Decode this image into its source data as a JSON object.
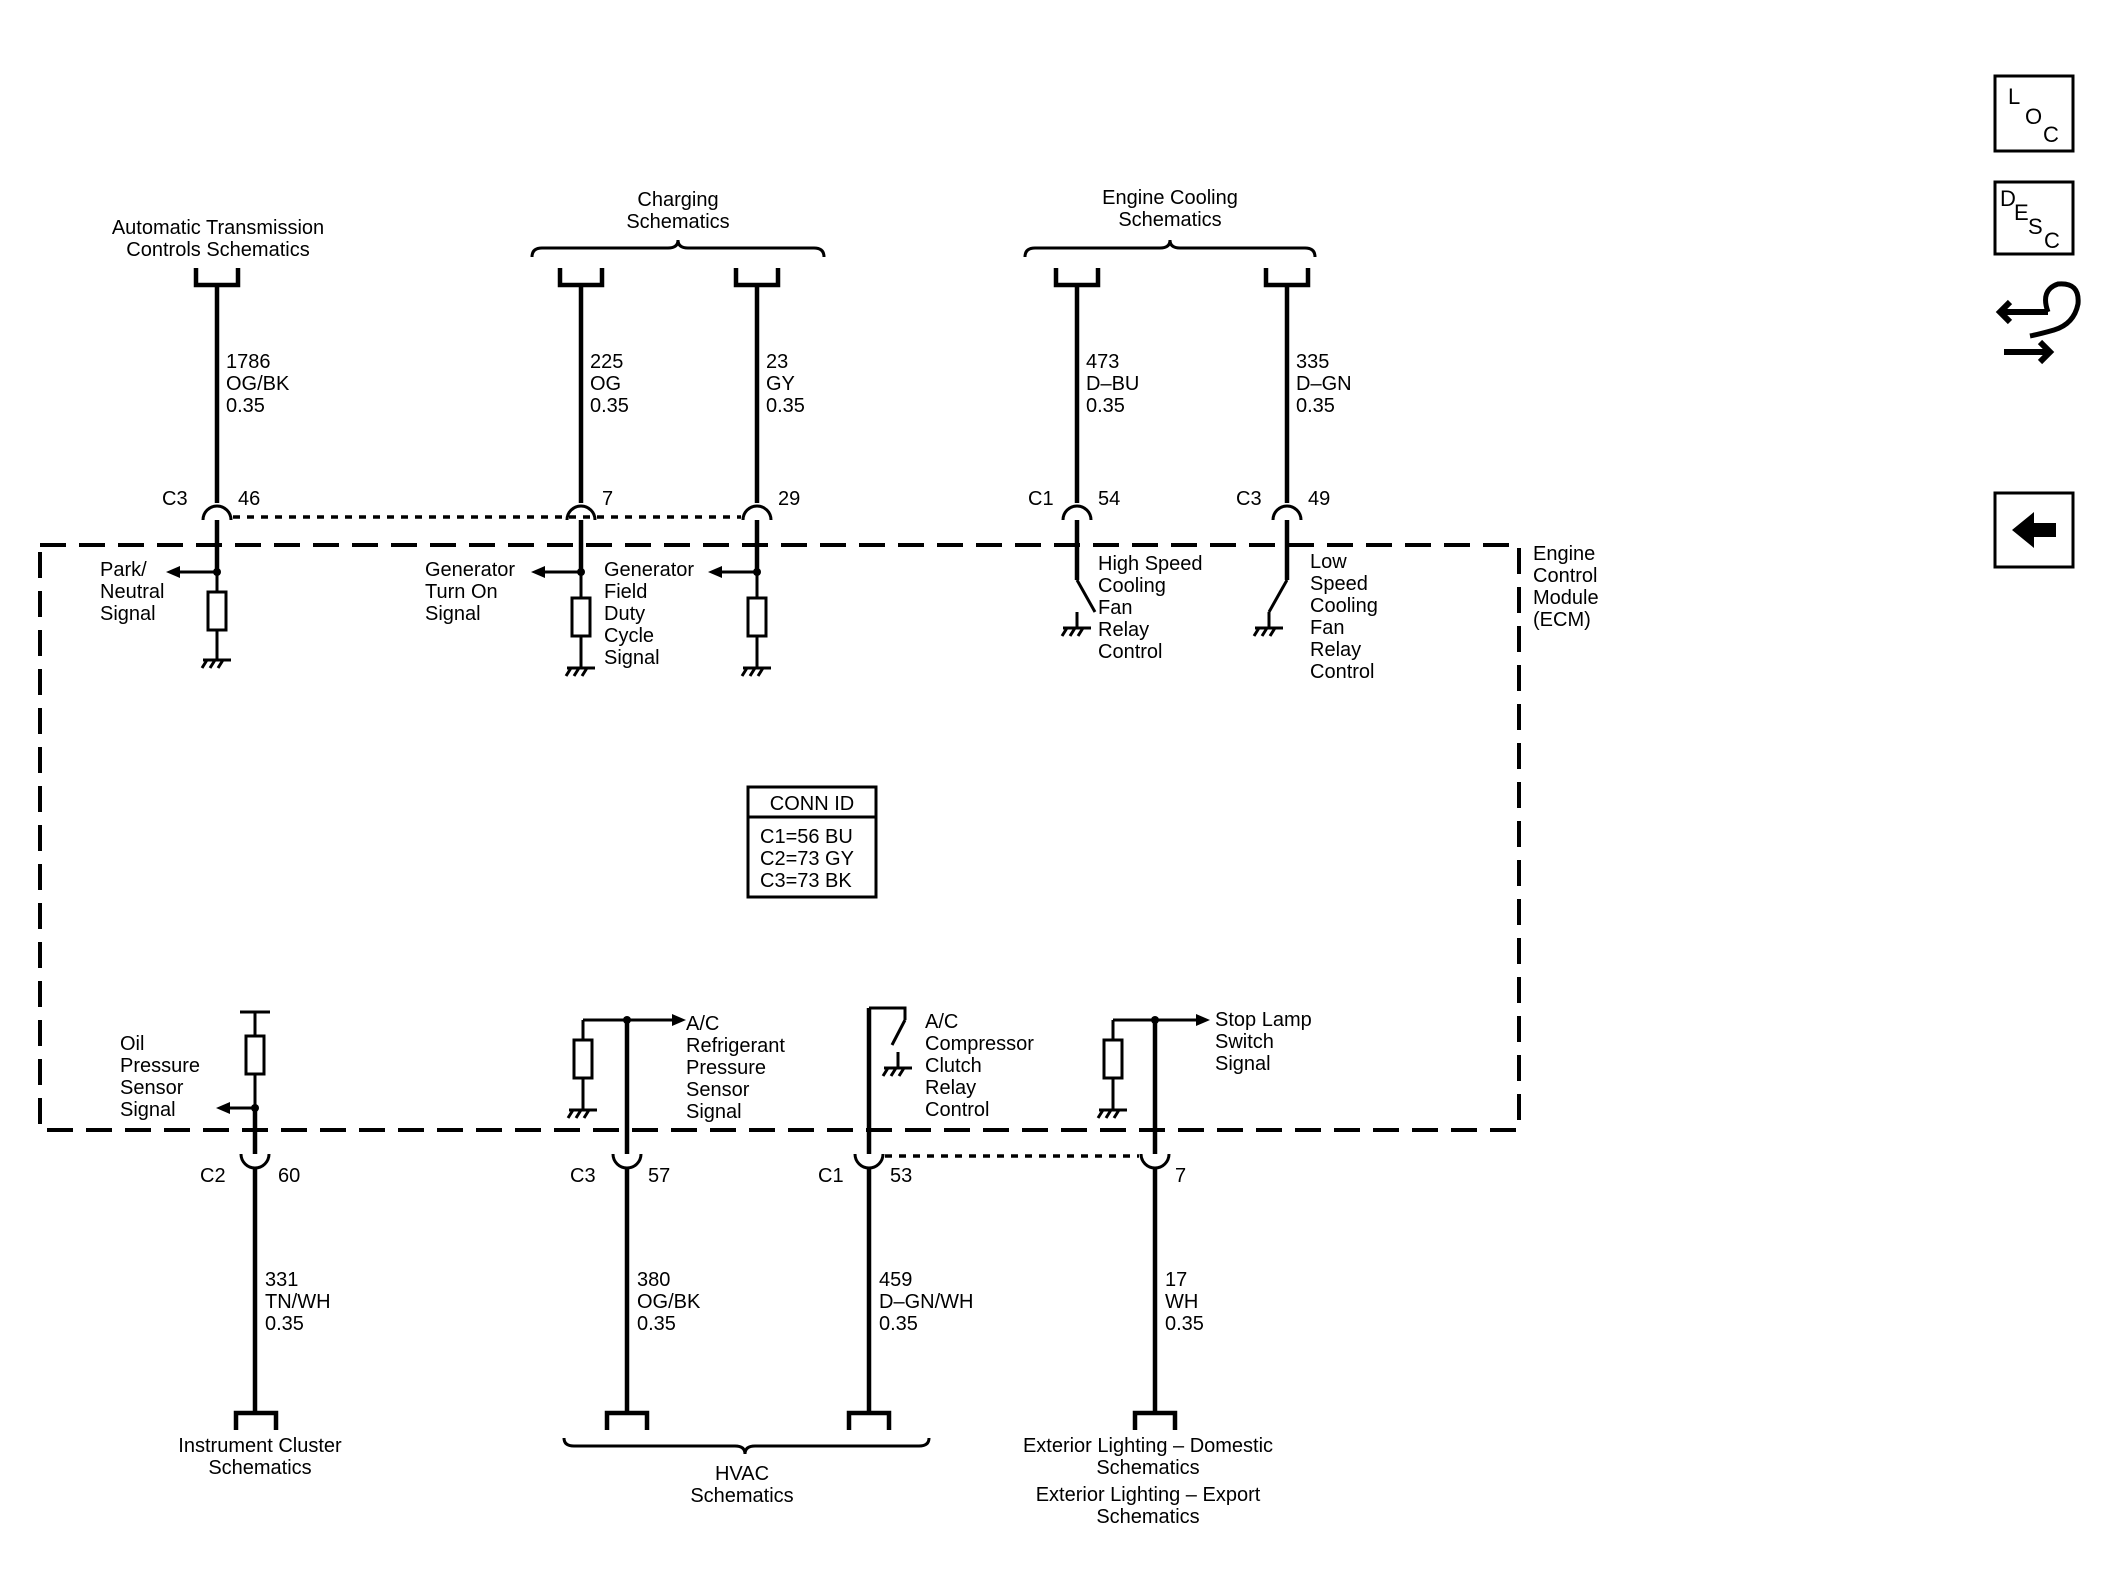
{
  "top_refs": {
    "automatic_transmission": [
      "Automatic Transmission",
      "Controls Schematics"
    ],
    "charging": [
      "Charging",
      "Schematics"
    ],
    "engine_cooling": [
      "Engine Cooling",
      "Schematics"
    ]
  },
  "bottom_refs": {
    "instrument_cluster": [
      "Instrument Cluster",
      "Schematics"
    ],
    "hvac": [
      "HVAC",
      "Schematics"
    ],
    "exterior_lighting": [
      "Exterior Lighting – Domestic",
      "Schematics",
      "Exterior Lighting – Export",
      "Schematics"
    ]
  },
  "module": {
    "name": [
      "Engine",
      "Control",
      "Module",
      "(ECM)"
    ],
    "conn_id": {
      "title": "CONN ID",
      "rows": [
        "C1=56 BU",
        "C2=73 GY",
        "C3=73 BK"
      ]
    }
  },
  "top_circuits": [
    {
      "id": "1786",
      "circuit": "1786",
      "color": "OG/BK",
      "size": "0.35",
      "connector": "C3",
      "pin": "46",
      "label": [
        "Park/",
        "Neutral",
        "Signal"
      ]
    },
    {
      "id": "225",
      "circuit": "225",
      "color": "OG",
      "size": "0.35",
      "connector": "",
      "pin": "7",
      "label": [
        "Generator",
        "Turn On",
        "Signal"
      ]
    },
    {
      "id": "23",
      "circuit": "23",
      "color": "GY",
      "size": "0.35",
      "connector": "",
      "pin": "29",
      "label": [
        "Generator",
        "Field",
        "Duty",
        "Cycle",
        "Signal"
      ]
    },
    {
      "id": "473",
      "circuit": "473",
      "color": "D–BU",
      "size": "0.35",
      "connector": "C1",
      "pin": "54",
      "label": [
        "High Speed",
        "Cooling",
        "Fan",
        "Relay",
        "Control"
      ]
    },
    {
      "id": "335",
      "circuit": "335",
      "color": "D–GN",
      "size": "0.35",
      "connector": "C3",
      "pin": "49",
      "label": [
        "Low",
        "Speed",
        "Cooling",
        "Fan",
        "Relay",
        "Control"
      ]
    }
  ],
  "bottom_circuits": [
    {
      "id": "331",
      "circuit": "331",
      "color": "TN/WH",
      "size": "0.35",
      "connector": "C2",
      "pin": "60",
      "label": [
        "Oil",
        "Pressure",
        "Sensor",
        "Signal"
      ]
    },
    {
      "id": "380",
      "circuit": "380",
      "color": "OG/BK",
      "size": "0.35",
      "connector": "C3",
      "pin": "57",
      "label": [
        "A/C",
        "Refrigerant",
        "Pressure",
        "Sensor",
        "Signal"
      ]
    },
    {
      "id": "459",
      "circuit": "459",
      "color": "D–GN/WH",
      "size": "0.35",
      "connector": "C1",
      "pin": "53",
      "label": [
        "A/C",
        "Compressor",
        "Clutch",
        "Relay",
        "Control"
      ]
    },
    {
      "id": "17",
      "circuit": "17",
      "color": "WH",
      "size": "0.35",
      "connector": "",
      "pin": "7",
      "label": [
        "Stop Lamp",
        "Switch",
        "Signal"
      ]
    }
  ],
  "nav": {
    "loc": [
      "L",
      "O",
      "C"
    ],
    "desc": [
      "D",
      "E",
      "S",
      "C"
    ],
    "swap_icon": "connector-swap-icon",
    "back_icon": "back-arrow-icon"
  }
}
